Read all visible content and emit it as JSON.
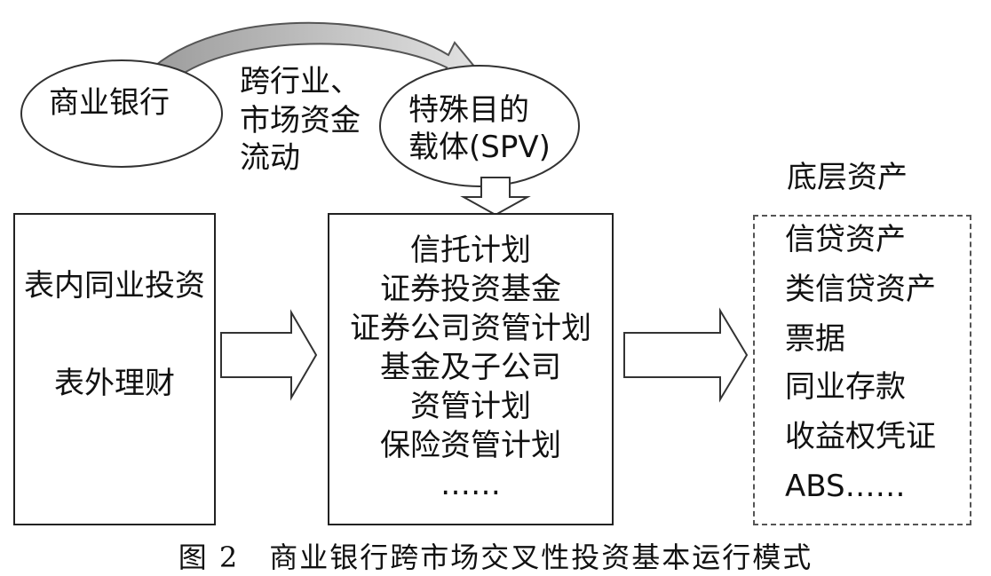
{
  "top": {
    "source_bank": "商业银行",
    "flow_label": [
      "跨行业、",
      "市场资金",
      "流动"
    ],
    "spv_label": [
      "特殊目的",
      "载体(SPV)"
    ]
  },
  "left_box": {
    "items": [
      "表内同业投资",
      "表外理财"
    ]
  },
  "middle_box": {
    "items": [
      "信托计划",
      "证券投资基金",
      "证券公司资管计划",
      "基金及子公司",
      "资管计划",
      "保险资管计划",
      "……"
    ]
  },
  "right_box": {
    "heading": "底层资产",
    "items": [
      "信贷资产",
      "类信贷资产",
      "票据",
      "同业存款",
      "收益权凭证",
      "ABS……"
    ]
  },
  "caption": "图 2　商业银行跨市场交叉性投资基本运行模式"
}
